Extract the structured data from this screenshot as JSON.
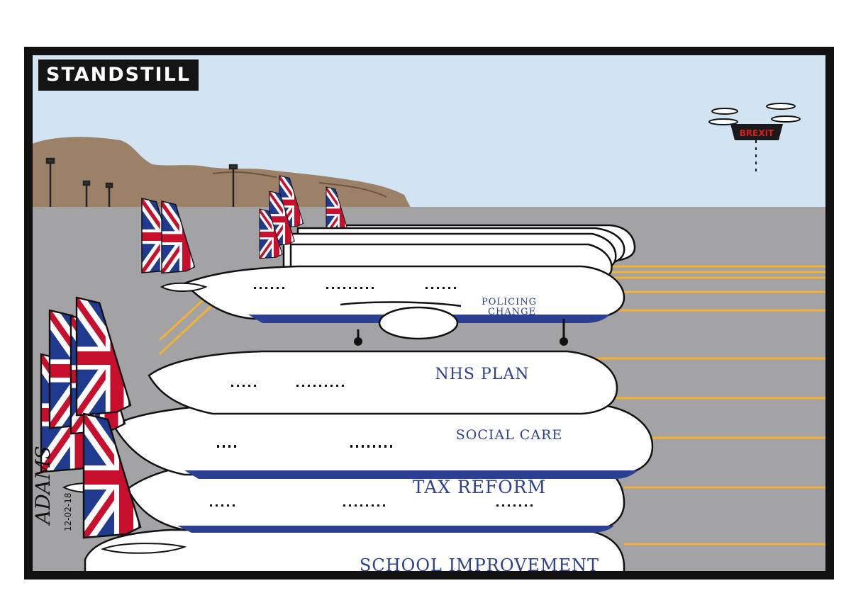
{
  "caption": "STANDSTILL",
  "drone_label": "BREXIT",
  "signature": "ADAMS",
  "signature_date": "12-02-18",
  "planes": {
    "policing": [
      "POLICING",
      "CHANGE"
    ],
    "nhs": "NHS PLAN",
    "social": "SOCIAL CARE",
    "tax": "TAX REFORM",
    "school": "SCHOOL IMPROVEMENT"
  },
  "colors": {
    "sky": "#d2e4f1",
    "tarmac": "#a3a3a5",
    "hills": "#9a8168",
    "runway_line": "#f2b233",
    "plane_body": "#ffffff",
    "plane_stripe": "#2b3f93",
    "flag_red": "#c8102e",
    "flag_blue": "#1f3a8f",
    "drone": "#1a1a1a",
    "drone_text": "#d42020",
    "ink": "#111111"
  }
}
